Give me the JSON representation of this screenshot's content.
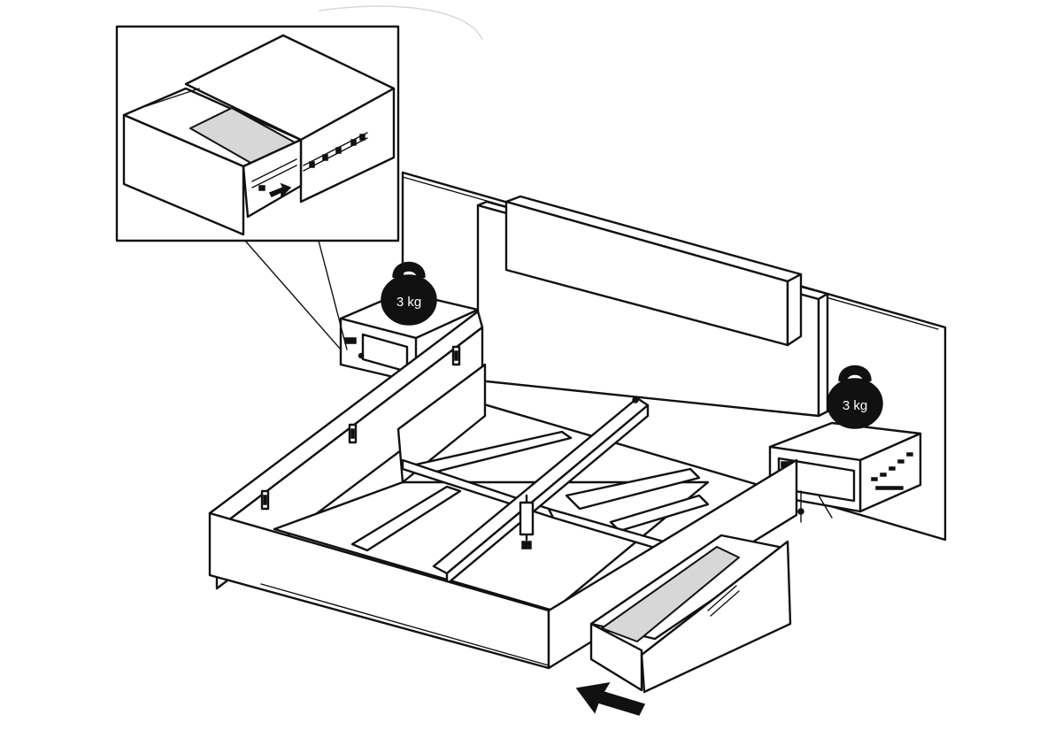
{
  "weights": [
    {
      "id": "left-nightstand",
      "label": "3 kg"
    },
    {
      "id": "right-nightstand",
      "label": "3 kg"
    }
  ],
  "colors": {
    "line": "#111111",
    "drawer_bottom": "#d7d7d7",
    "background": "#ffffff"
  },
  "icons": [
    "kettlebell-icon",
    "arrow-icon",
    "drawer-slide-icon"
  ]
}
